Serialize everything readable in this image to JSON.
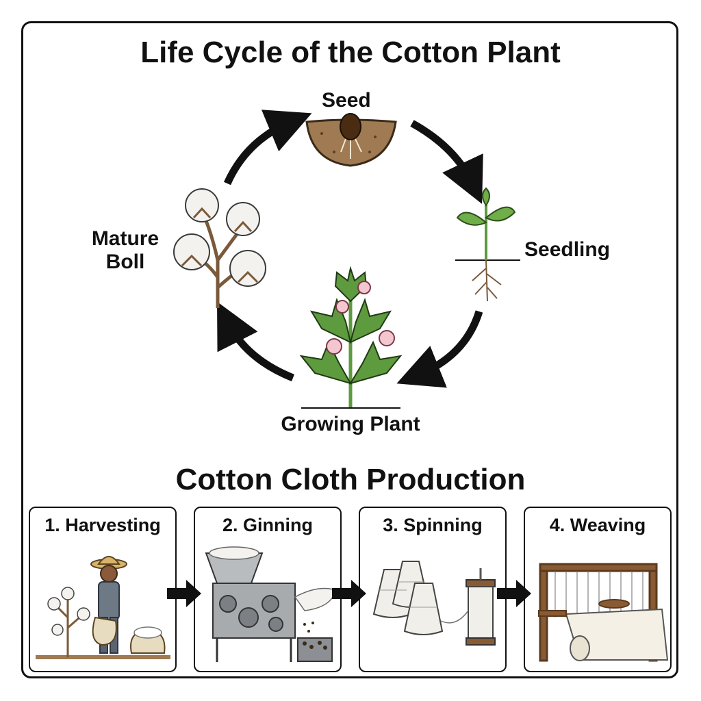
{
  "diagram": {
    "title": "Life Cycle of the Cotton Plant",
    "cycle_stages": [
      {
        "id": "seed",
        "label": "Seed"
      },
      {
        "id": "seedling",
        "label": "Seedling"
      },
      {
        "id": "growing",
        "label": "Growing Plant"
      },
      {
        "id": "mature",
        "label_line1": "Mature",
        "label_line2": "Boll"
      }
    ],
    "production_title": "Cotton Cloth Production",
    "production_steps": [
      {
        "id": "harvesting",
        "label": "1. Harvesting"
      },
      {
        "id": "ginning",
        "label": "2. Ginning"
      },
      {
        "id": "spinning",
        "label": "3. Spinning"
      },
      {
        "id": "weaving",
        "label": "4. Weaving"
      }
    ],
    "colors": {
      "soil": "#a07a52",
      "leaf": "#5e9a3e",
      "stem": "#7a5a3a",
      "cotton": "#f4f2ee",
      "flower": "#f4c6d0",
      "metal": "#a7abae",
      "wood": "#8a5a33",
      "arrow": "#111111"
    }
  }
}
